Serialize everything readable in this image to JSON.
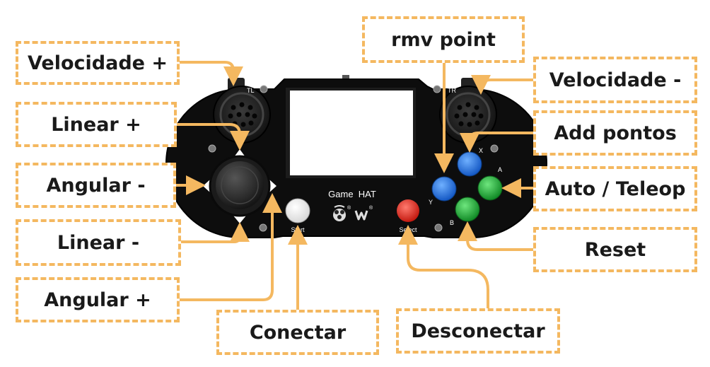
{
  "colors": {
    "accent": "#F4B860",
    "board": "#0d0d0d",
    "screen": "#ffffff",
    "button_blue": "#1f6fe0",
    "button_green": "#22b33a",
    "button_red": "#e8261c",
    "button_white": "#ffffff",
    "joystick": "#2e2e2e"
  },
  "labels": {
    "velocidade_plus": "Velocidade +",
    "linear_plus": "Linear +",
    "angular_minus": "Angular -",
    "linear_minus": "Linear -",
    "angular_plus": "Angular +",
    "conectar": "Conectar",
    "rmv_point": "rmv point",
    "velocidade_minus": "Velocidade -",
    "add_pontos": "Add pontos",
    "auto_teleop": "Auto / Teleop",
    "reset": "Reset",
    "desconectar": "Desconectar"
  },
  "device": {
    "title": "Game  HAT",
    "tl": "TL",
    "tr": "TR",
    "btn_x": "X",
    "btn_y": "Y",
    "btn_a": "A",
    "btn_b": "B",
    "start": "Start",
    "select": "Select",
    "reg_mark": "®"
  },
  "icons": [
    "speaker-left-icon",
    "speaker-right-icon",
    "joystick-icon",
    "dpad-up-icon",
    "dpad-down-icon",
    "dpad-left-icon",
    "dpad-right-icon",
    "raspberry-logo-icon",
    "waveshare-logo-icon"
  ]
}
